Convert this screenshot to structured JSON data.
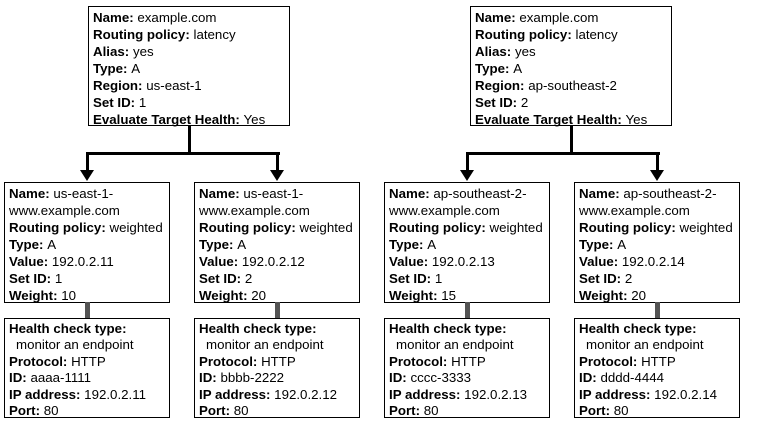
{
  "latency_records": [
    {
      "fields": [
        {
          "label": "Name:",
          "value": "example.com"
        },
        {
          "label": "Routing policy:",
          "value": "latency"
        },
        {
          "label": "Alias:",
          "value": "yes"
        },
        {
          "label": "Type:",
          "value": "A"
        },
        {
          "label": "Region:",
          "value": "us-east-1"
        },
        {
          "label": "Set ID:",
          "value": "1"
        },
        {
          "label": "Evaluate Target Health:",
          "value": "Yes"
        }
      ]
    },
    {
      "fields": [
        {
          "label": "Name:",
          "value": "example.com"
        },
        {
          "label": "Routing policy:",
          "value": "latency"
        },
        {
          "label": "Alias:",
          "value": "yes"
        },
        {
          "label": "Type:",
          "value": "A"
        },
        {
          "label": "Region:",
          "value": "ap-southeast-2"
        },
        {
          "label": "Set ID:",
          "value": "2"
        },
        {
          "label": "Evaluate Target Health:",
          "value": "Yes"
        }
      ]
    }
  ],
  "weighted_records": [
    {
      "fields": [
        {
          "label": "Name:",
          "value": "us-east-1-www.example.com"
        },
        {
          "label": "Routing policy:",
          "value": "weighted"
        },
        {
          "label": "Type:",
          "value": "A"
        },
        {
          "label": "Value:",
          "value": "192.0.2.11"
        },
        {
          "label": "Set ID:",
          "value": "1"
        },
        {
          "label": "Weight:",
          "value": "10"
        }
      ]
    },
    {
      "fields": [
        {
          "label": "Name:",
          "value": "us-east-1-www.example.com"
        },
        {
          "label": "Routing policy:",
          "value": "weighted"
        },
        {
          "label": "Type:",
          "value": "A"
        },
        {
          "label": "Value:",
          "value": "192.0.2.12"
        },
        {
          "label": "Set ID:",
          "value": "2"
        },
        {
          "label": "Weight:",
          "value": "20"
        }
      ]
    },
    {
      "fields": [
        {
          "label": "Name:",
          "value": "ap-southeast-2-www.example.com"
        },
        {
          "label": "Routing policy:",
          "value": "weighted"
        },
        {
          "label": "Type:",
          "value": "A"
        },
        {
          "label": "Value:",
          "value": "192.0.2.13"
        },
        {
          "label": "Set ID:",
          "value": "1"
        },
        {
          "label": "Weight:",
          "value": "15"
        }
      ]
    },
    {
      "fields": [
        {
          "label": "Name:",
          "value": "ap-southeast-2-www.example.com"
        },
        {
          "label": "Routing policy:",
          "value": "weighted"
        },
        {
          "label": "Type:",
          "value": "A"
        },
        {
          "label": "Value:",
          "value": "192.0.2.14"
        },
        {
          "label": "Set ID:",
          "value": "2"
        },
        {
          "label": "Weight:",
          "value": "20"
        }
      ]
    }
  ],
  "health_checks": [
    {
      "fields": [
        {
          "label": "Health check type:",
          "value": "monitor an endpoint"
        },
        {
          "label": "Protocol:",
          "value": "HTTP"
        },
        {
          "label": "ID:",
          "value": "aaaa-1111"
        },
        {
          "label": "IP address:",
          "value": "192.0.2.11"
        },
        {
          "label": "Port:",
          "value": "80"
        }
      ]
    },
    {
      "fields": [
        {
          "label": "Health check type:",
          "value": "monitor an endpoint"
        },
        {
          "label": "Protocol:",
          "value": "HTTP"
        },
        {
          "label": "ID:",
          "value": "bbbb-2222"
        },
        {
          "label": "IP address:",
          "value": "192.0.2.12"
        },
        {
          "label": "Port:",
          "value": "80"
        }
      ]
    },
    {
      "fields": [
        {
          "label": "Health check type:",
          "value": "monitor an endpoint"
        },
        {
          "label": "Protocol:",
          "value": "HTTP"
        },
        {
          "label": "ID:",
          "value": "cccc-3333"
        },
        {
          "label": "IP address:",
          "value": "192.0.2.13"
        },
        {
          "label": "Port:",
          "value": "80"
        }
      ]
    },
    {
      "fields": [
        {
          "label": "Health check type:",
          "value": "monitor an endpoint"
        },
        {
          "label": "Protocol:",
          "value": "HTTP"
        },
        {
          "label": "ID:",
          "value": "dddd-4444"
        },
        {
          "label": "IP address:",
          "value": "192.0.2.14"
        },
        {
          "label": "Port:",
          "value": "80"
        }
      ]
    }
  ],
  "colors": {
    "line": "#000000",
    "link_bar": "#545454",
    "border": "#000000",
    "background": "#ffffff"
  }
}
